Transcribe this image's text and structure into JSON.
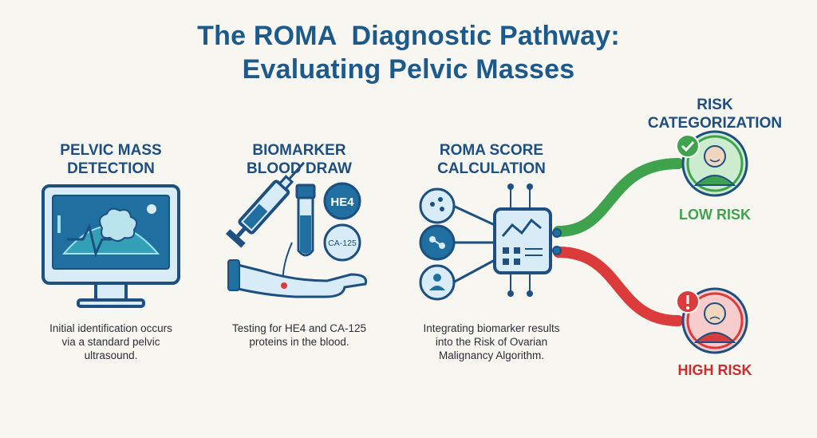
{
  "title": {
    "line1": "The ROMA  Diagnostic Pathway:",
    "line2": "Evaluating Pelvic Masses"
  },
  "steps": [
    {
      "heading1": "PELVIC MASS",
      "heading2": "DETECTION",
      "desc1": "Initial identification occurs",
      "desc2": "via a standard pelvic",
      "desc3": "ultrasound."
    },
    {
      "heading1": "BIOMARKER",
      "heading2": "BLOOD DRAW",
      "desc1": "Testing for HE4 and CA-125",
      "desc2": "proteins in the blood.",
      "badge1": "HE4",
      "badge2": "CA-125"
    },
    {
      "heading1": "ROMA SCORE",
      "heading2": "CALCULATION",
      "desc1": "Integrating biomarker results",
      "desc2": "into the Risk of Ovarian",
      "desc3": "Malignancy Algorithm."
    }
  ],
  "risk": {
    "heading1": "RISK",
    "heading2": "CATEGORIZATION",
    "low_label": "LOW RISK",
    "high_label": "HIGH RISK"
  },
  "colors": {
    "primary": "#1d5a8c",
    "low": "#3fa34d",
    "high": "#dc3b3b",
    "icon_fill": "#d8ecf7"
  }
}
